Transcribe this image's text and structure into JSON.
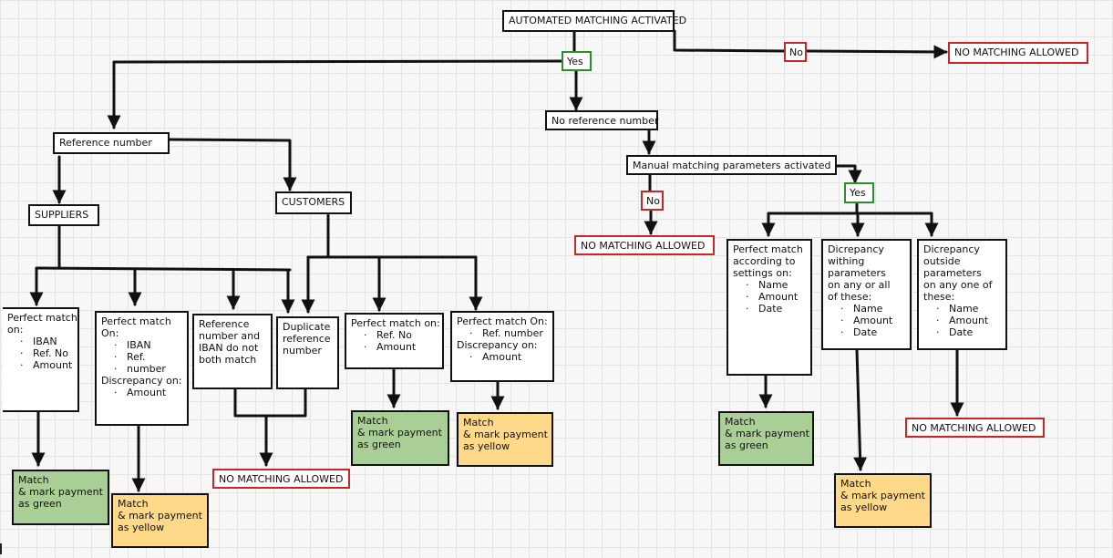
{
  "root": "AUTOMATED MATCHING ACTIVATED",
  "yes": "Yes",
  "no": "No",
  "no_matching": "NO MATCHING ALLOWED",
  "reference_number": "Reference number",
  "no_reference_number": "No reference number",
  "manual_params": "Manual matching parameters activated",
  "suppliers": "SUPPLIERS",
  "customers": "CUSTOMERS",
  "match_green": [
    "Match",
    "& mark payment",
    "as green"
  ],
  "match_yellow": [
    "Match",
    "& mark payment",
    "as yellow"
  ],
  "sup_perfect": {
    "lines": [
      "Perfect match",
      "on:"
    ],
    "items": [
      "IBAN",
      "Ref. No",
      "Amount"
    ]
  },
  "sup_disc": {
    "lines": [
      "Perfect match",
      "On:"
    ],
    "items": [
      "IBAN",
      "Ref.",
      "number"
    ],
    "disc_label": "Discrepancy on:",
    "disc_items": [
      "Amount"
    ]
  },
  "ref_iban": [
    "Reference",
    "number and",
    "IBAN do not",
    "both match"
  ],
  "duplicate": [
    "Duplicate",
    "reference",
    "number"
  ],
  "cus_perfect": {
    "lines": [
      "Perfect match on:"
    ],
    "items": [
      "Ref. No",
      "Amount"
    ]
  },
  "cus_disc": {
    "lines": [
      "Perfect match  On:"
    ],
    "items": [
      "Ref. number"
    ],
    "disc_label": "Discrepancy on:",
    "disc_items": [
      "Amount"
    ]
  },
  "man_perfect": {
    "lines": [
      "Perfect match",
      "according to",
      "settings on:"
    ],
    "items": [
      "Name",
      "Amount",
      "Date"
    ]
  },
  "man_within": {
    "lines": [
      "Dicrepancy",
      "withing",
      "parameters",
      "on any or all",
      "of these:"
    ],
    "items": [
      "Name",
      "Amount",
      "Date"
    ]
  },
  "man_outside": {
    "lines": [
      "Dicrepancy",
      "outside",
      "parameters",
      "on any one of",
      "these:"
    ],
    "items": [
      "Name",
      "Amount",
      "Date"
    ]
  }
}
